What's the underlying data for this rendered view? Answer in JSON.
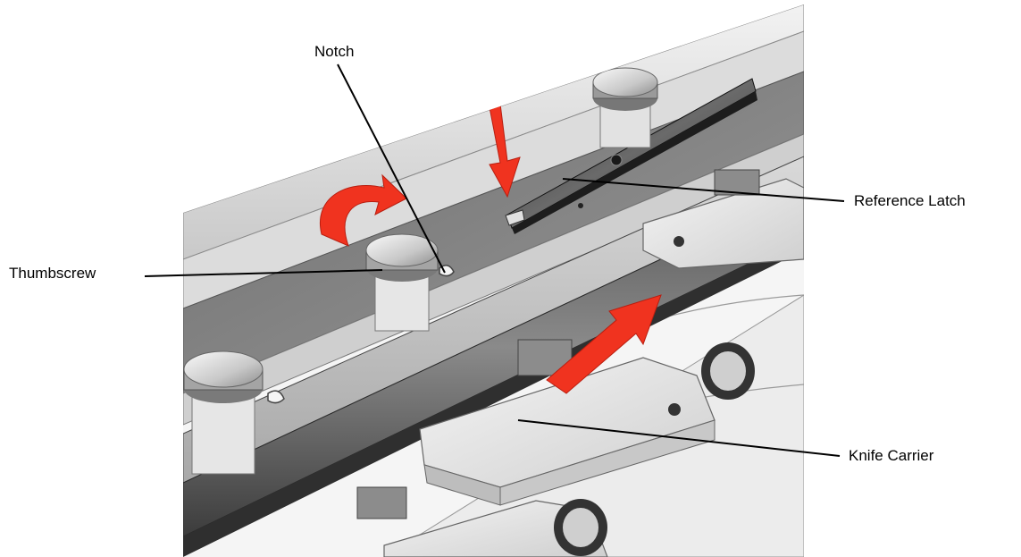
{
  "diagram": {
    "callouts": {
      "notch": "Notch",
      "thumbscrew": "Thumbscrew",
      "reference_latch": "Reference Latch",
      "knife_carrier": "Knife Carrier"
    },
    "colors": {
      "arrow": "#f0331f",
      "metal_light": "#e6e6e6",
      "metal_mid": "#b4b4b4",
      "metal_dark": "#4a4a4a",
      "latch": "#3f3f3f",
      "leader_line": "#000000"
    }
  }
}
